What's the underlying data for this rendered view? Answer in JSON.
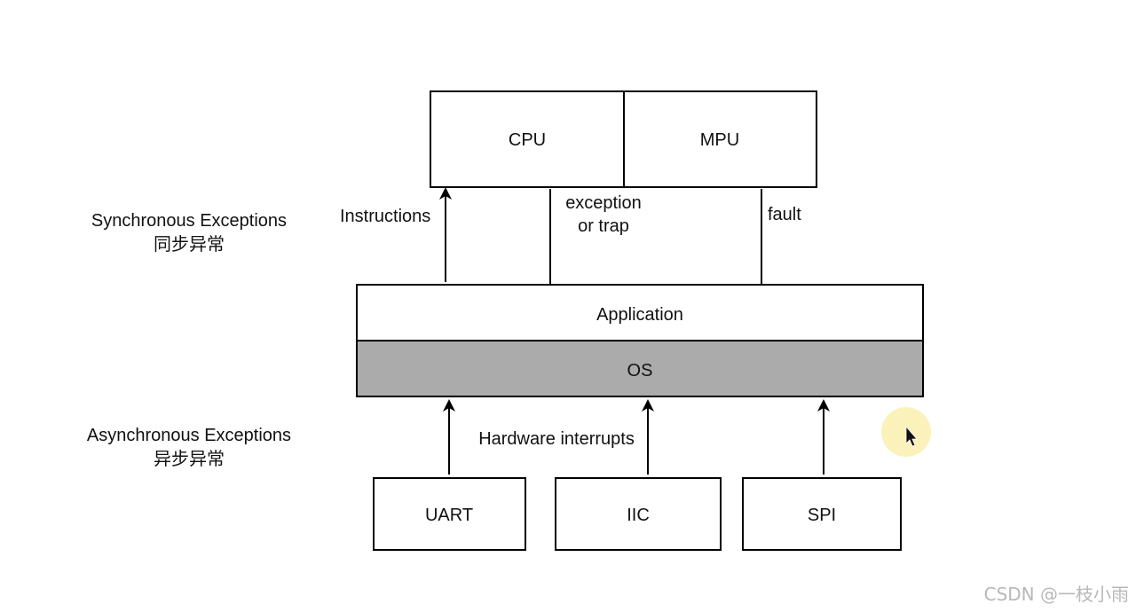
{
  "nodes": {
    "cpu": "CPU",
    "mpu": "MPU",
    "application": "Application",
    "os": "OS",
    "uart": "UART",
    "iic": "IIC",
    "spi": "SPI"
  },
  "edges": {
    "instructions": "Instructions",
    "exception_line1": "exception",
    "exception_line2": "or trap",
    "fault": "fault",
    "hardware_interrupts": "Hardware interrupts"
  },
  "sections": {
    "sync_en": "Synchronous Exceptions",
    "sync_zh": "同步异常",
    "async_en": "Asynchronous Exceptions",
    "async_zh": "异步异常"
  },
  "watermark": "CSDN @一枝小雨",
  "colors": {
    "os_fill": "#ababab",
    "cursor_highlight": "#fbf1b4"
  },
  "icons": {
    "cursor": "mouse-pointer-icon"
  }
}
